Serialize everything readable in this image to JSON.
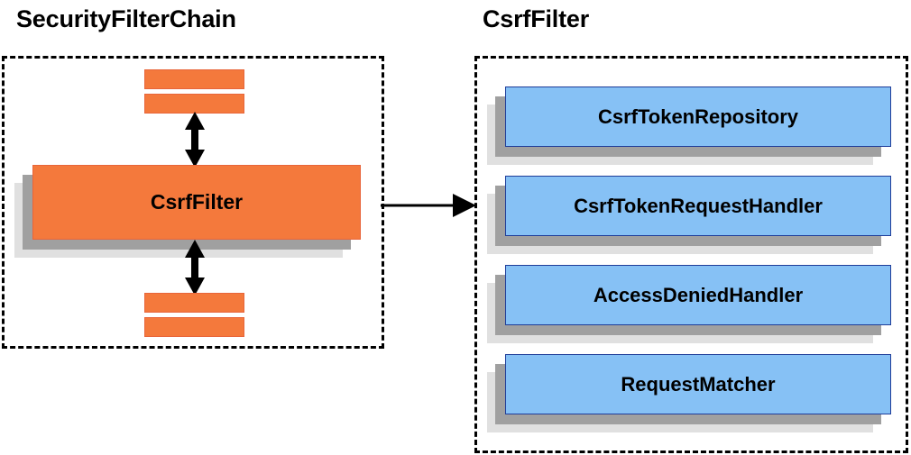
{
  "diagram": {
    "type": "component-collaboration-diagram",
    "background": "#ffffff",
    "colors": {
      "filter_orange": "#F4793C",
      "filter_orange_border": "#E8653A",
      "collaborator_blue": "#86C1F5",
      "collaborator_blue_border": "#1F3D99",
      "shadow_dark": "#A0A0A0",
      "shadow_light": "#E0E0E0",
      "outline_dashed": "#000000",
      "text": "#000000"
    }
  },
  "left_panel": {
    "title": "SecurityFilterChain",
    "highlighted_filter": "CsrfFilter",
    "filters_above_count": 2,
    "filters_below_count": 2,
    "arrow_up_label": "",
    "arrow_down_label": ""
  },
  "right_panel": {
    "title": "CsrfFilter",
    "collaborators": [
      {
        "label": "CsrfTokenRepository"
      },
      {
        "label": "CsrfTokenRequestHandler"
      },
      {
        "label": "AccessDeniedHandler"
      },
      {
        "label": "RequestMatcher"
      }
    ]
  },
  "connector": {
    "from": "CsrfFilter",
    "to": "CsrfFilter collaborators panel",
    "style": "solid-arrow-right",
    "label": ""
  }
}
